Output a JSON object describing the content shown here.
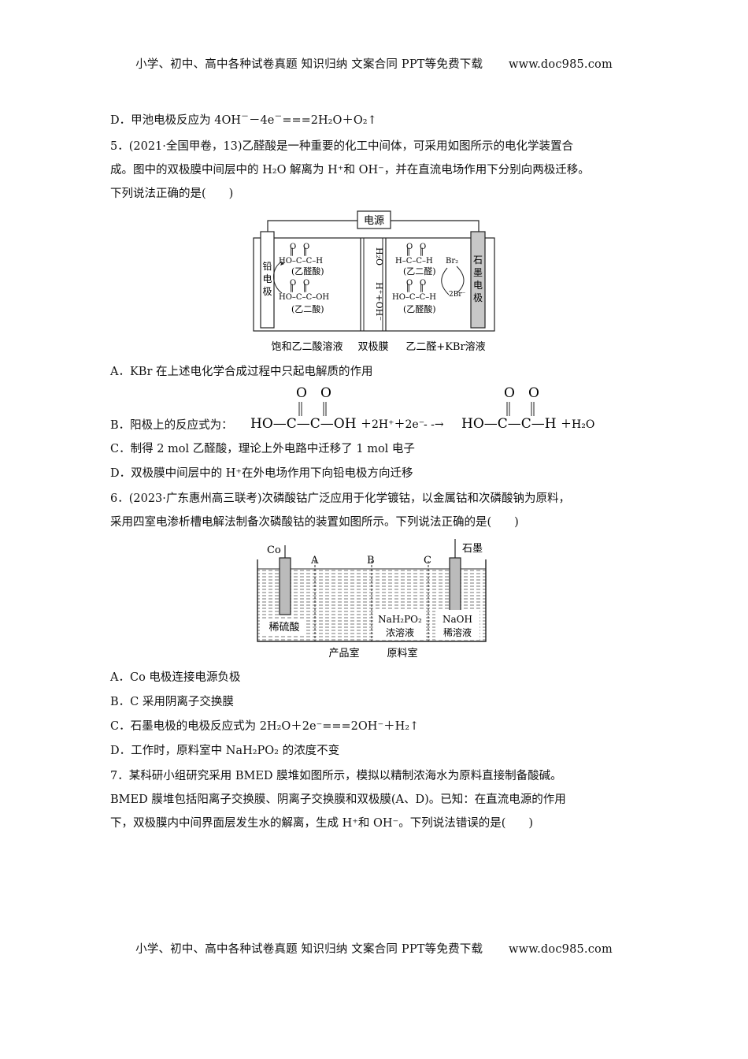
{
  "header": {
    "text": "小学、初中、高中各种试卷真题  知识归纳  文案合同  PPT等免费下载",
    "url": "www.doc985.com"
  },
  "footer": {
    "text": "小学、初中、高中各种试卷真题  知识归纳  文案合同  PPT等免费下载",
    "url": "www.doc985.com"
  },
  "q4d": {
    "pre": "D．甲池电极反应为 4OH",
    "mid": "－4e",
    "post": "===2H₂O＋O₂↑"
  },
  "q5": {
    "line1": "5．(2021·全国甲卷，13)乙醛酸是一种重要的化工中间体，可采用如图所示的电化学装置合",
    "line2": "成。图中的双极膜中间层中的 H₂O 解离为 H⁺和 OH⁻，并在直流电场作用下分别向两极迁移。",
    "line3": "下列说法正确的是(　　)",
    "figure": {
      "power": "电源",
      "left_electrode": [
        "铅",
        "电",
        "极"
      ],
      "right_electrode": [
        "石",
        "墨",
        "电",
        "极"
      ],
      "glyoxylic_label": "(乙醛酸)",
      "oxalic_label": "(乙二酸)",
      "glyoxal_label": "(乙二醛)",
      "membrane_top": "H₂O",
      "membrane_bottom": "H⁺+OH⁻",
      "br2": "Br₂",
      "br_minus": "2Br⁻",
      "bottom_left": "饱和乙二酸溶液",
      "bottom_mid": "双极膜",
      "bottom_right": "乙二醛+KBr溶液"
    },
    "A": "A．KBr 在上述电化学合成过程中只起电解质的作用",
    "B_pre": "B．阳极上的反应式为：",
    "B_eq_mid": "＋2H⁺＋2e⁻",
    "B_eq_end": "＋H₂O",
    "C": "C．制得 2 mol 乙醛酸，理论上外电路中迁移了 1 mol 电子",
    "D": "D．双极膜中间层中的 H⁺在外电场作用下向铅电极方向迁移"
  },
  "q6": {
    "line1": "6．(2023·广东惠州高三联考)次磷酸钴广泛应用于化学镀钴，以金属钴和次磷酸钠为原料，",
    "line2": "采用四室电渗析槽电解法制备次磷酸钴的装置如图所示。下列说法正确的是(　　)",
    "figure": {
      "co": "Co",
      "A": "A",
      "B": "B",
      "C": "C",
      "graphite": "石墨",
      "room1": "稀硫酸",
      "room3a": "NaH₂PO₂",
      "room3b": "浓溶液",
      "room4a": "NaOH",
      "room4b": "稀溶液",
      "product": "产品室",
      "raw": "原料室"
    },
    "A": "A．Co 电极连接电源负极",
    "B": "B．C 采用阴离子交换膜",
    "C": "C．石墨电极的电极反应式为 2H₂O＋2e⁻===2OH⁻＋H₂↑",
    "D": "D．工作时，原料室中 NaH₂PO₂ 的浓度不变"
  },
  "q7": {
    "line1": "7．某科研小组研究采用 BMED 膜堆如图所示，模拟以精制浓海水为原料直接制备酸碱。",
    "line2": "BMED 膜堆包括阳离子交换膜、阴离子交换膜和双极膜(A、D)。已知：在直流电源的作用",
    "line3": "下，双极膜内中间界面层发生水的解离，生成 H⁺和 OH⁻。下列说法错误的是(　　)"
  }
}
